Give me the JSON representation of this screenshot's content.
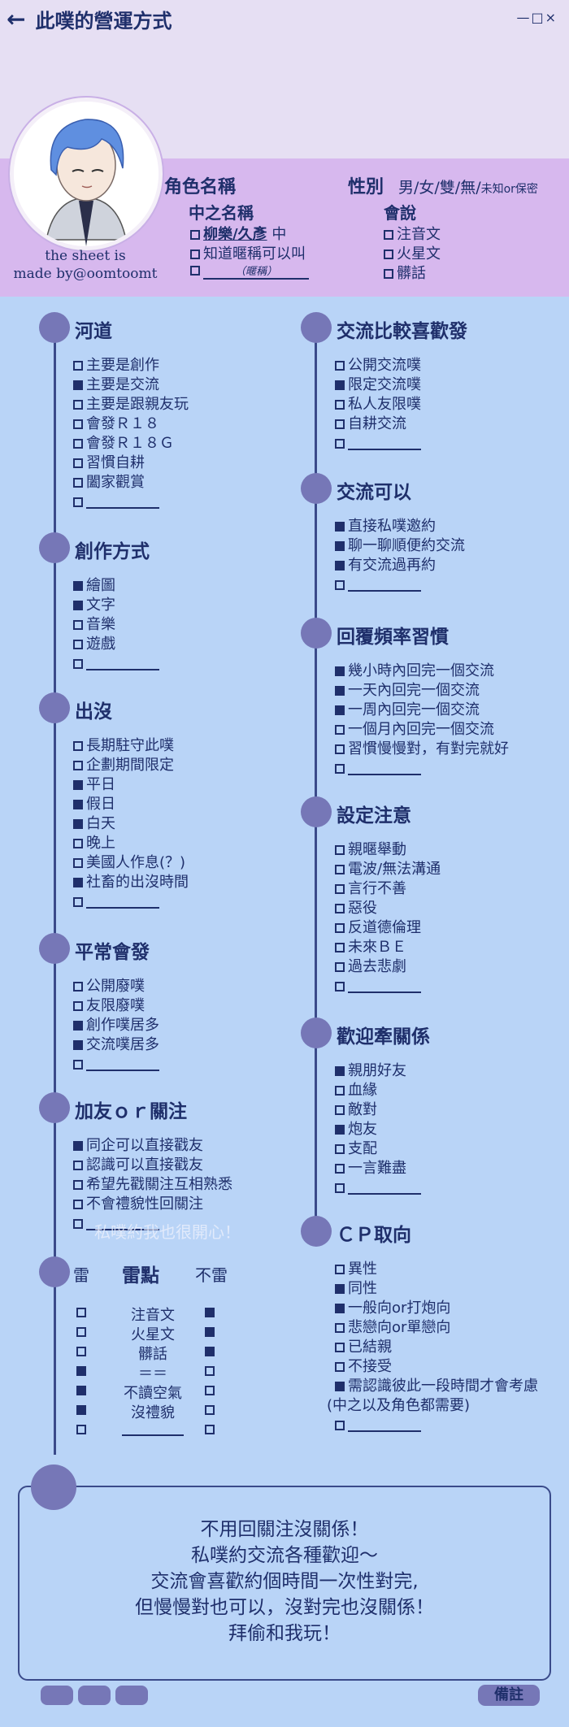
{
  "header": {
    "back_icon": "←",
    "title": "此噗的營運方式",
    "window_controls": "—□×"
  },
  "profile": {
    "credit_line1": "the sheet is",
    "credit_line2": "made by@oomtoomt",
    "role_name_label": "角色名稱",
    "gender_label": "性別",
    "gender_options": "男/女/雙/無/",
    "gender_small": "未知or保密",
    "zhong_label": "中之名稱",
    "zhong_items": [
      {
        "checked": false,
        "text": "柳樂/久彥",
        "suffix": "中"
      },
      {
        "checked": false,
        "text": "知道暱稱可以叫",
        "suffix": ""
      },
      {
        "checked": false,
        "text": "（暱稱）",
        "suffix": ""
      }
    ],
    "speak_label": "會說",
    "speak_items": [
      {
        "checked": false,
        "text": "注音文"
      },
      {
        "checked": false,
        "text": "火星文"
      },
      {
        "checked": false,
        "text": "髒話"
      }
    ]
  },
  "left_sections": [
    {
      "title": "河道",
      "items": [
        {
          "c": false,
          "t": "主要是創作"
        },
        {
          "c": true,
          "t": "主要是交流"
        },
        {
          "c": false,
          "t": "主要是跟親友玩"
        },
        {
          "c": false,
          "t": "會發Ｒ１８"
        },
        {
          "c": false,
          "t": "會發Ｒ１８Ｇ"
        },
        {
          "c": false,
          "t": "習慣自耕"
        },
        {
          "c": false,
          "t": "闔家觀賞"
        },
        {
          "c": false,
          "t": ""
        }
      ]
    },
    {
      "title": "創作方式",
      "items": [
        {
          "c": true,
          "t": "繪圖"
        },
        {
          "c": true,
          "t": "文字"
        },
        {
          "c": false,
          "t": "音樂"
        },
        {
          "c": false,
          "t": "遊戲"
        },
        {
          "c": false,
          "t": ""
        }
      ]
    },
    {
      "title": "出沒",
      "items": [
        {
          "c": false,
          "t": "長期駐守此噗"
        },
        {
          "c": false,
          "t": "企劃期間限定"
        },
        {
          "c": true,
          "t": "平日"
        },
        {
          "c": true,
          "t": "假日"
        },
        {
          "c": true,
          "t": "白天"
        },
        {
          "c": false,
          "t": "晚上"
        },
        {
          "c": false,
          "t": "美國人作息(？)"
        },
        {
          "c": true,
          "t": "社畜的出沒時間"
        },
        {
          "c": false,
          "t": ""
        }
      ]
    },
    {
      "title": "平常會發",
      "items": [
        {
          "c": false,
          "t": "公開廢噗"
        },
        {
          "c": false,
          "t": "友限廢噗"
        },
        {
          "c": true,
          "t": "創作噗居多"
        },
        {
          "c": true,
          "t": "交流噗居多"
        },
        {
          "c": false,
          "t": ""
        }
      ]
    },
    {
      "title": "加友ｏｒ關注",
      "items": [
        {
          "c": true,
          "t": "同企可以直接戳友"
        },
        {
          "c": false,
          "t": "認識可以直接戳友"
        },
        {
          "c": false,
          "t": "希望先戳關注互相熟悉"
        },
        {
          "c": false,
          "t": "不會禮貌性回關注"
        },
        {
          "c": false,
          "t": ""
        }
      ]
    }
  ],
  "ghost_text": "私噗約我也很開心！",
  "thunder": {
    "left_label": "雷",
    "center_label": "雷點",
    "right_label": "不雷",
    "rows": [
      {
        "l": false,
        "t": "注音文",
        "r": true
      },
      {
        "l": false,
        "t": "火星文",
        "r": true
      },
      {
        "l": false,
        "t": "髒話",
        "r": true
      },
      {
        "l": true,
        "t": "＝＝",
        "r": false
      },
      {
        "l": true,
        "t": "不讀空氣",
        "r": false
      },
      {
        "l": true,
        "t": "沒禮貌",
        "r": false
      },
      {
        "l": false,
        "t": "",
        "r": false
      }
    ]
  },
  "right_sections": [
    {
      "title": "交流比較喜歡發",
      "items": [
        {
          "c": false,
          "t": "公開交流噗"
        },
        {
          "c": true,
          "t": "限定交流噗"
        },
        {
          "c": false,
          "t": "私人友限噗"
        },
        {
          "c": false,
          "t": "自耕交流"
        },
        {
          "c": false,
          "t": ""
        }
      ]
    },
    {
      "title": "交流可以",
      "items": [
        {
          "c": true,
          "t": "直接私噗邀約"
        },
        {
          "c": true,
          "t": "聊一聊順便約交流"
        },
        {
          "c": true,
          "t": "有交流過再約"
        },
        {
          "c": false,
          "t": ""
        }
      ]
    },
    {
      "title": "回覆頻率習慣",
      "items": [
        {
          "c": true,
          "t": "幾小時內回完一個交流"
        },
        {
          "c": true,
          "t": "一天內回完一個交流"
        },
        {
          "c": true,
          "t": "一周內回完一個交流"
        },
        {
          "c": false,
          "t": "一個月內回完一個交流"
        },
        {
          "c": false,
          "t": "習慣慢慢對，有對完就好"
        },
        {
          "c": false,
          "t": ""
        }
      ]
    },
    {
      "title": "設定注意",
      "items": [
        {
          "c": false,
          "t": "親暱舉動"
        },
        {
          "c": false,
          "t": "電波/無法溝通"
        },
        {
          "c": false,
          "t": "言行不善"
        },
        {
          "c": false,
          "t": "惡役"
        },
        {
          "c": false,
          "t": "反道德倫理"
        },
        {
          "c": false,
          "t": "未來ＢＥ"
        },
        {
          "c": false,
          "t": "過去悲劇"
        },
        {
          "c": false,
          "t": ""
        }
      ]
    },
    {
      "title": "歡迎牽關係",
      "items": [
        {
          "c": true,
          "t": "親朋好友"
        },
        {
          "c": false,
          "t": "血緣"
        },
        {
          "c": false,
          "t": "敵對"
        },
        {
          "c": true,
          "t": "炮友"
        },
        {
          "c": false,
          "t": "支配"
        },
        {
          "c": false,
          "t": "一言難盡"
        },
        {
          "c": false,
          "t": ""
        }
      ]
    },
    {
      "title": "ＣＰ取向",
      "items": [
        {
          "c": false,
          "t": "異性"
        },
        {
          "c": true,
          "t": "同性"
        },
        {
          "c": true,
          "t": "一般向or打炮向"
        },
        {
          "c": false,
          "t": "悲戀向or單戀向"
        },
        {
          "c": false,
          "t": "已結親"
        },
        {
          "c": false,
          "t": "不接受"
        },
        {
          "c": true,
          "t": "需認識彼此一段時間才會考慮"
        },
        {
          "c": null,
          "t": "(中之以及角色都需要)"
        },
        {
          "c": false,
          "t": ""
        }
      ]
    }
  ],
  "message": {
    "lines": [
      "不用回關注沒關係！",
      "私噗約交流各種歡迎～",
      "交流會喜歡約個時間一次性對完,",
      "但慢慢對也可以，沒對完也沒關係！",
      "拜偷和我玩！"
    ]
  },
  "footer": {
    "note_label": "備註"
  }
}
